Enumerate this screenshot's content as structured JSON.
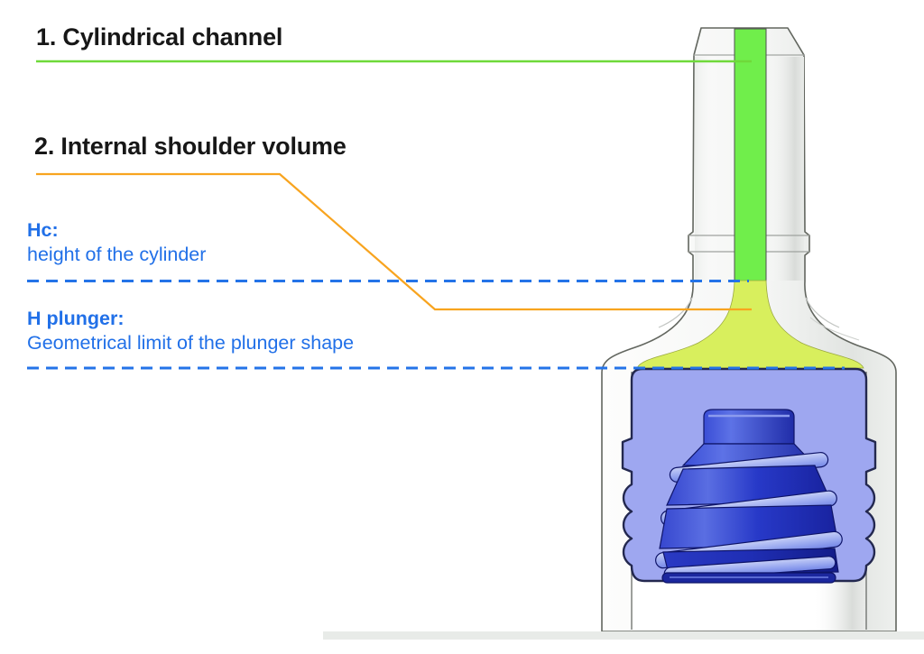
{
  "annotations": {
    "item1": {
      "label": "1. Cylindrical channel"
    },
    "item2": {
      "label": "2. Internal shoulder volume"
    },
    "hc": {
      "term": "Hc:",
      "description": "height of the cylinder"
    },
    "h_plunger": {
      "term": "H plunger:",
      "description": "Geometrical limit of the plunger shape"
    }
  },
  "colors": {
    "leader_green": "#6fd93a",
    "leader_orange": "#f8a41f",
    "dashed_blue": "#2473e8",
    "label_blue": "#2170e8",
    "channel_green": "#70ee4b",
    "shoulder_yellow": "#d8ef5d",
    "cavity_lavender": "#9ea7f0",
    "plunger_dark_blue": "#1b279e",
    "bottle_outline_gray": "#62665f",
    "shadow_band_gray": "#e8ebe8"
  }
}
